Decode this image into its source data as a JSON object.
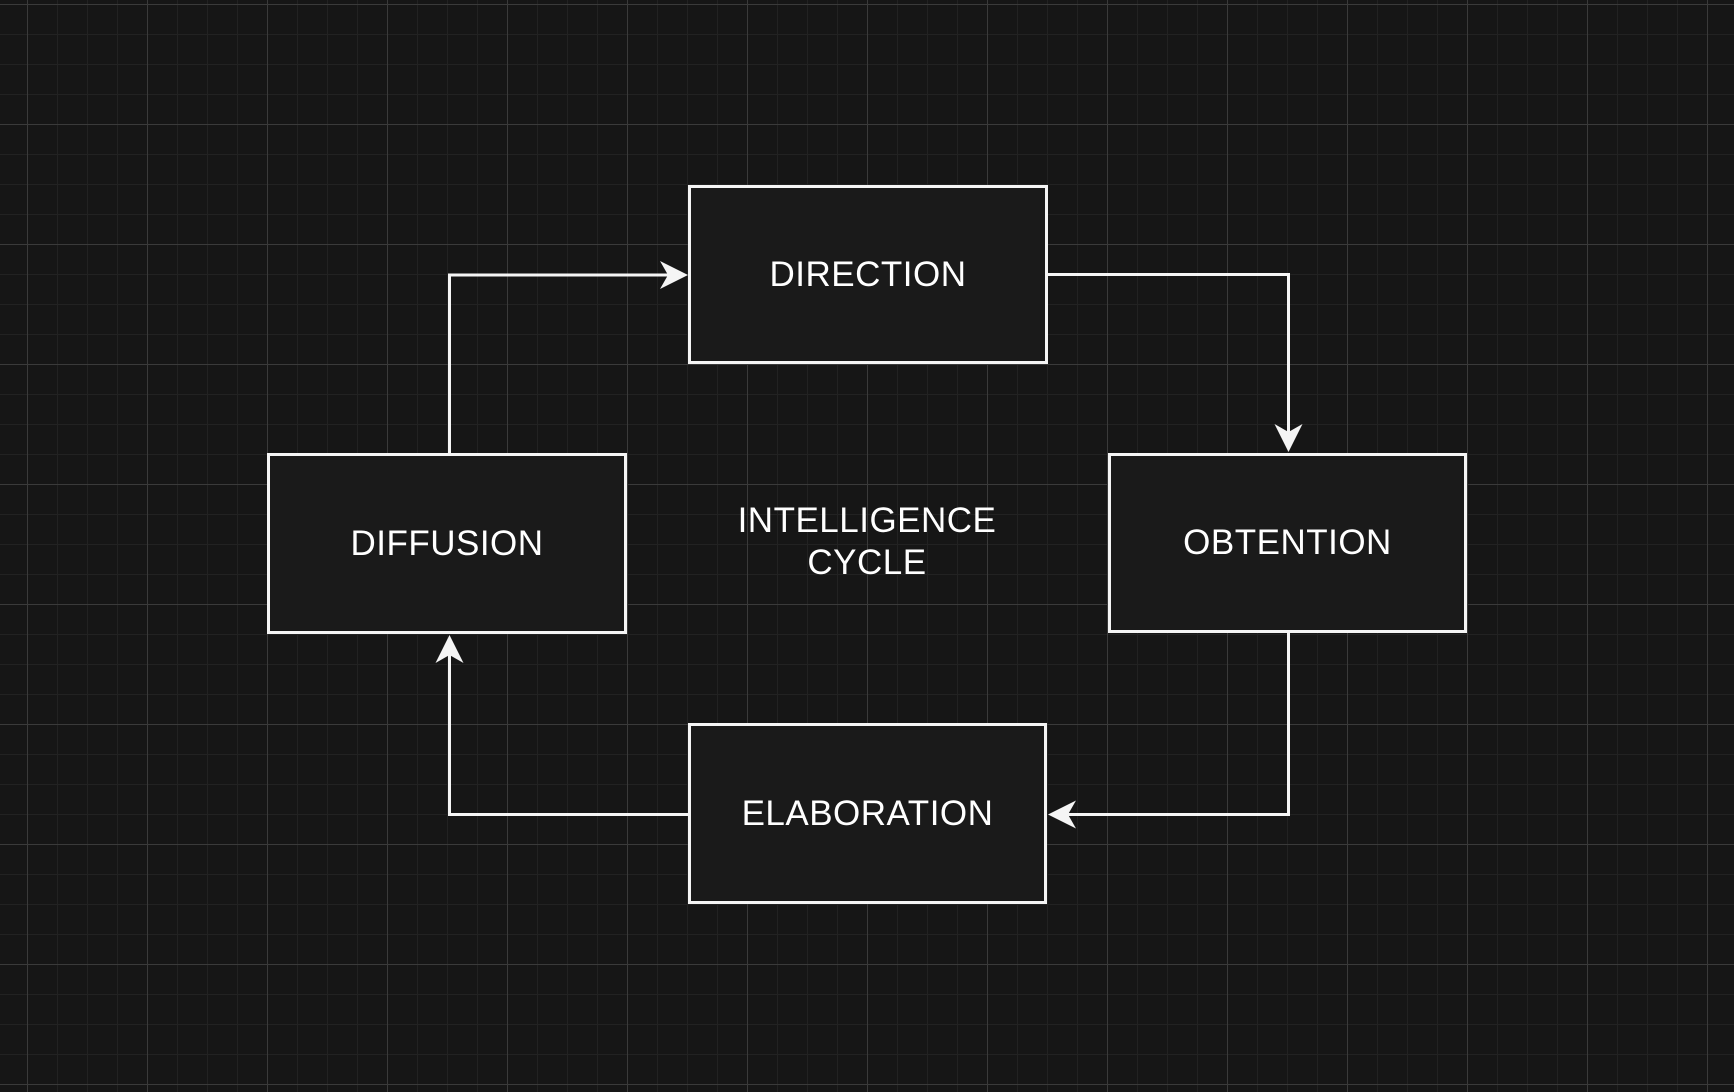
{
  "diagram": {
    "center_title": {
      "line1": "INTELLIGENCE",
      "line2": "CYCLE"
    },
    "nodes": {
      "direction": {
        "label": "DIRECTION"
      },
      "obtention": {
        "label": "OBTENTION"
      },
      "elaboration": {
        "label": "ELABORATION"
      },
      "diffusion": {
        "label": "DIFFUSION"
      }
    },
    "edges": [
      {
        "from": "DIFFUSION",
        "to": "DIRECTION"
      },
      {
        "from": "DIRECTION",
        "to": "OBTENTION"
      },
      {
        "from": "OBTENTION",
        "to": "ELABORATION"
      },
      {
        "from": "ELABORATION",
        "to": "DIFFUSION"
      }
    ],
    "colors": {
      "background": "#161616",
      "node_fill": "#1a1a1a",
      "stroke": "#f5f5f5",
      "text": "#ffffff",
      "grid_major": "#3a3a3a",
      "grid_minor": "#222222"
    }
  }
}
